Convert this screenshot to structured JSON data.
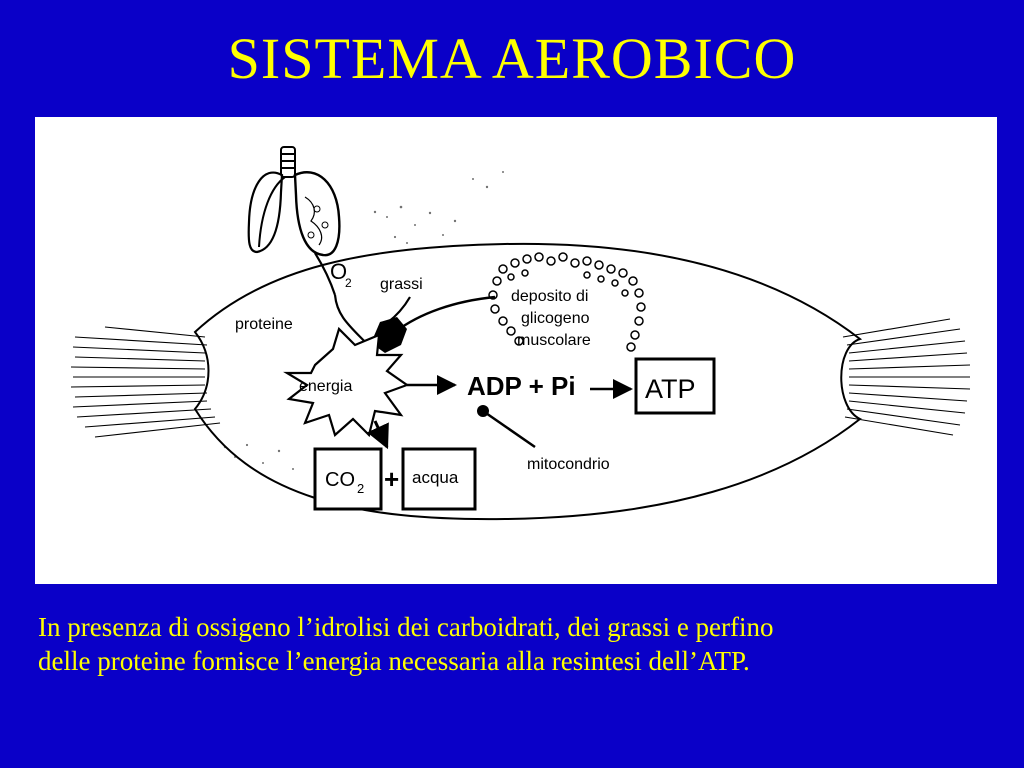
{
  "slide": {
    "title": "SISTEMA AEROBICO",
    "caption_lines": [
      "In presenza di ossigeno l’idrolisi dei carboidrati, dei grassi e perfino",
      "delle proteine fornisce l’energia necessaria alla resintesi dell’ATP."
    ]
  },
  "diagram": {
    "labels": {
      "oxygen": "O",
      "oxygen_sub": "2",
      "fats": "grassi",
      "proteins": "proteine",
      "energy": "energia",
      "adp_pi": "ADP + Pi",
      "atp": "ATP",
      "glycogen_line1": "deposito di",
      "glycogen_line2": "glicogeno",
      "glycogen_line3": "muscolare",
      "mitochondrion": "mitocondrio",
      "co2": "CO",
      "co2_sub": "2",
      "plus": "+",
      "water": "acqua"
    },
    "icons": [
      "lungs-icon",
      "muscle-fiber-icon",
      "energy-burst-icon",
      "glycogen-granules-icon"
    ],
    "colors": {
      "background": "#0a00c8",
      "text": "#ffff00",
      "panel": "#ffffff",
      "ink": "#000000"
    }
  }
}
